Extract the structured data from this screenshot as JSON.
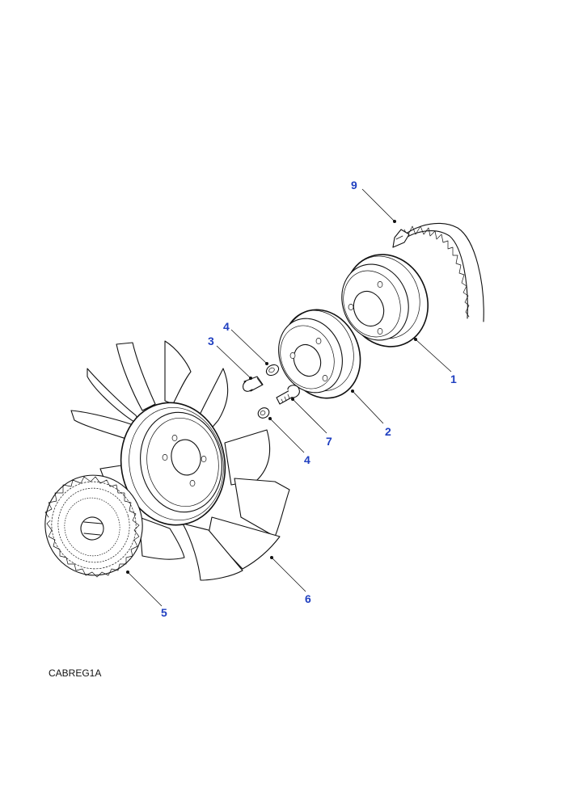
{
  "diagram": {
    "reference_code": "CABREG1A",
    "callouts": [
      {
        "id": "9",
        "label": "9"
      },
      {
        "id": "1",
        "label": "1"
      },
      {
        "id": "2",
        "label": "2"
      },
      {
        "id": "3",
        "label": "3"
      },
      {
        "id": "4a",
        "label": "4"
      },
      {
        "id": "4b",
        "label": "4"
      },
      {
        "id": "7",
        "label": "7"
      },
      {
        "id": "6",
        "label": "6"
      },
      {
        "id": "5",
        "label": "5"
      }
    ],
    "colors": {
      "callout": "#1f3fc0",
      "line": "#111111",
      "background": "#ffffff"
    }
  }
}
